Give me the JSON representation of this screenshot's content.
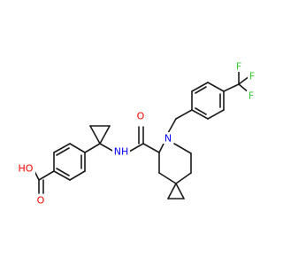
{
  "molecule": {
    "atoms": [
      {
        "id": "o_carbonyl",
        "element": "O",
        "label": "O",
        "color": "#ff0000"
      },
      {
        "id": "n_amide",
        "element": "N",
        "label": "NH",
        "color": "#0000ff"
      },
      {
        "id": "n_ring",
        "element": "N",
        "label": "N",
        "color": "#0000ff"
      },
      {
        "id": "f1",
        "element": "F",
        "label": "F",
        "color": "#33cc33"
      },
      {
        "id": "f2",
        "element": "F",
        "label": "F",
        "color": "#33cc33"
      },
      {
        "id": "f3",
        "element": "F",
        "label": "F",
        "color": "#33cc33"
      },
      {
        "id": "oh_acid",
        "element": "O",
        "label": "HO",
        "color": "#ff0000"
      },
      {
        "id": "o_acid",
        "element": "O",
        "label": "O",
        "color": "#ff0000"
      }
    ]
  }
}
